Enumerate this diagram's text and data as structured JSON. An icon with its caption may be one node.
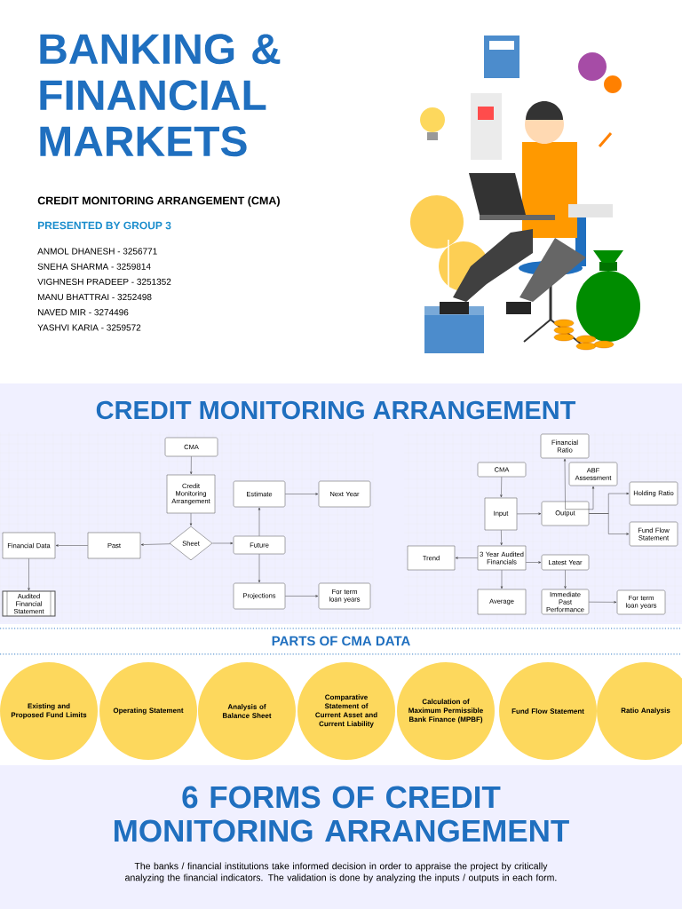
{
  "diagram": {
    "title": "BANKING & FINANCIAL MARKETS",
    "nodes": [
      {
        "text": [
          "CMA"
        ]
      },
      {
        "text": [
          "Credit Monitoring Arrangement"
        ]
      },
      {
        "text": [
          "Sheet"
        ]
      },
      {
        "text": [
          "Past"
        ]
      },
      {
        "text": [
          "Financial Data"
        ]
      },
      {
        "text": [
          "Audited Financial Statement"
        ]
      },
      {
        "text": [
          "Future"
        ]
      },
      {
        "text": [
          "Estimate"
        ]
      },
      {
        "text": [
          "Next Year"
        ]
      },
      {
        "text": [
          "Projections"
        ]
      },
      {
        "text": [
          "For term loan years"
        ]
      },
      {
        "text": [
          "Financial Ratio"
        ]
      },
      {
        "text": [
          "CMA"
        ]
      },
      {
        "text": [
          "ABF Assessment"
        ]
      },
      {
        "text": [
          "Input"
        ]
      },
      {
        "text": [
          "Output"
        ]
      },
      {
        "text": [
          "Holding Ratio"
        ]
      },
      {
        "text": [
          "Fund Flow Statement"
        ]
      },
      {
        "text": [
          "Trend"
        ]
      },
      {
        "text": [
          "3 Year Audited Financials"
        ]
      },
      {
        "text": [
          "Latest Year"
        ]
      },
      {
        "text": [
          "Average"
        ]
      },
      {
        "text": [
          "Immediate Past Performance"
        ]
      },
      {
        "text": [
          "For term loan years"
        ]
      },
      {
        "text": [
          "Existing and Proposed Fund Limits"
        ]
      },
      {
        "text": [
          "Operating Statement"
        ]
      },
      {
        "text": [
          "Analysis of Balance Sheet"
        ]
      },
      {
        "text": [
          "Comparative Statement of Current Asset and Current Liability"
        ]
      },
      {
        "text": [
          "Calculation of Maximum Permissible Bank Finance (MPBF)"
        ]
      },
      {
        "text": [
          "Fund Flow Statement"
        ]
      },
      {
        "text": [
          "Ratio Analysis"
        ]
      }
    ],
    "edges": [
      {
        "from": 0,
        "to": 1,
        "arrow": "to"
      },
      {
        "from": 1,
        "to": 2,
        "arrow": "to"
      },
      {
        "from": 2,
        "to": 3,
        "arrow": "to"
      },
      {
        "from": 3,
        "to": 4,
        "arrow": "to"
      },
      {
        "from": 4,
        "to": 5,
        "arrow": "to"
      },
      {
        "from": 2,
        "to": 6,
        "arrow": "to"
      },
      {
        "from": 6,
        "to": 7,
        "arrow": "to"
      },
      {
        "from": 7,
        "to": 8,
        "arrow": "to"
      },
      {
        "from": 6,
        "to": 9,
        "arrow": "to"
      },
      {
        "from": 9,
        "to": 10,
        "arrow": "to"
      },
      {
        "from": 12,
        "to": 14,
        "arrow": "to"
      },
      {
        "from": 14,
        "to": 15,
        "arrow": "to"
      },
      {
        "from": 15,
        "to": 11,
        "arrow": "to"
      },
      {
        "from": 15,
        "to": 13,
        "arrow": "to"
      },
      {
        "from": 15,
        "to": 16,
        "arrow": "to"
      },
      {
        "from": 15,
        "to": 17,
        "arrow": "to"
      },
      {
        "from": 14,
        "to": 19,
        "arrow": "to"
      },
      {
        "from": 19,
        "to": 18,
        "arrow": "to"
      },
      {
        "from": 19,
        "to": 20,
        "arrow": "to"
      },
      {
        "from": 19,
        "to": 21,
        "arrow": "to"
      },
      {
        "from": 20,
        "to": 22,
        "arrow": "to"
      },
      {
        "from": 22,
        "to": 23,
        "arrow": "to"
      }
    ],
    "labels": [
      "CREDIT MONITORING ARRANGEMENT (CMA)",
      "PRESENTED BY GROUP 3",
      "ANMOL DHANESH - 3256771",
      "SNEHA SHARMA - 3259814",
      "VIGHNESH PRADEEP - 3251352",
      "MANU BHATTRAI - 3252498",
      "NAVED MIR - 3274496",
      "YASHVI KARIA - 3259572",
      "CREDIT MONITORING ARRANGEMENT",
      "PARTS OF CMA DATA",
      "6 FORMS OF CREDIT MONITORING ARRANGEMENT",
      "The banks / financial institutions take informed decision in order to appraise the project by critically analyzing the financial indicators. The validation is done by analyzing the inputs / outputs in each form."
    ]
  }
}
